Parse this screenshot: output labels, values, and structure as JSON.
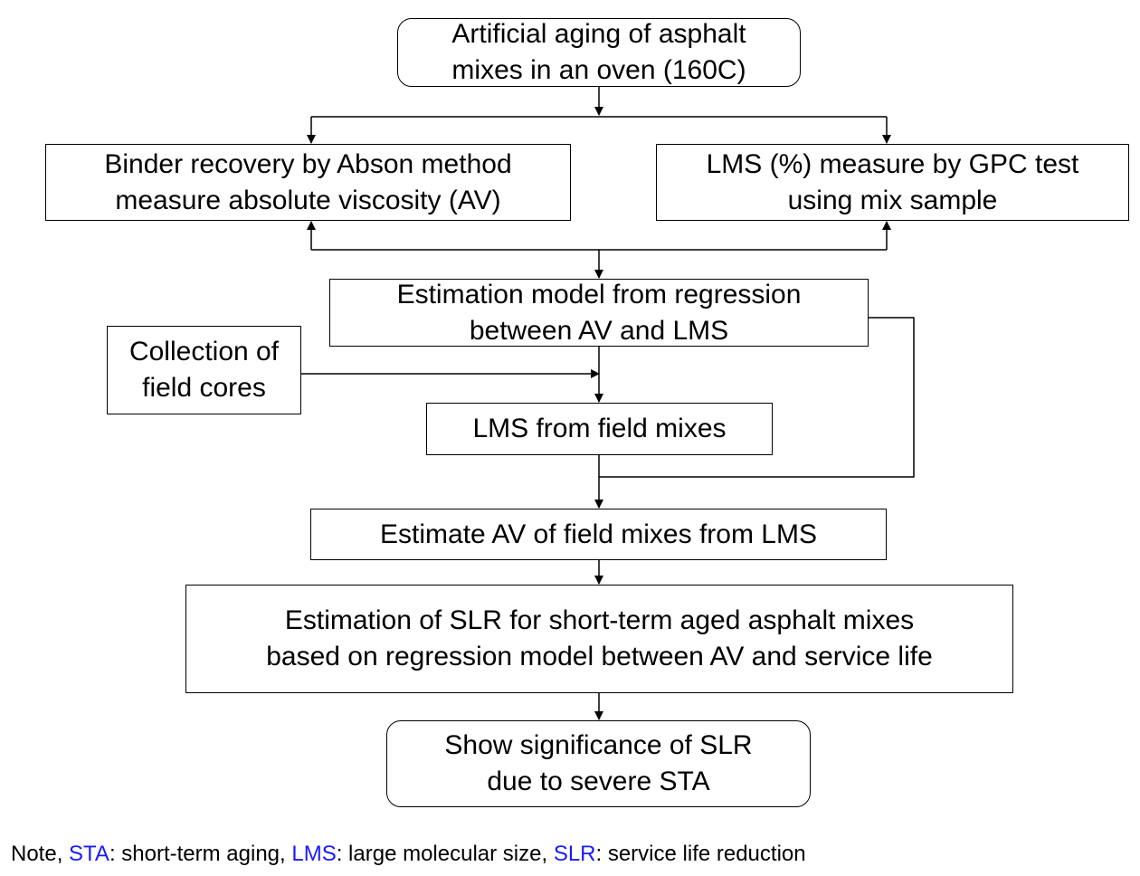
{
  "nodes": {
    "artificial_aging": {
      "lines": [
        "Artificial aging of asphalt",
        "mixes in an oven (160C)"
      ]
    },
    "binder_recovery": {
      "lines": [
        "Binder recovery by Abson method",
        "measure absolute viscosity (AV)"
      ]
    },
    "lms_measure": {
      "lines": [
        "LMS (%) measure by GPC test",
        "using mix sample"
      ]
    },
    "estimation_model": {
      "lines": [
        "Estimation model from regression",
        "between AV and LMS"
      ]
    },
    "field_cores": {
      "lines": [
        "Collection of",
        "field cores"
      ]
    },
    "lms_field": {
      "lines": [
        "LMS from field mixes"
      ]
    },
    "estimate_av": {
      "lines": [
        "Estimate AV of field mixes from LMS"
      ]
    },
    "estimation_slr": {
      "lines": [
        "Estimation of SLR for short-term aged asphalt mixes",
        "based on regression model between AV and service life"
      ]
    },
    "significance": {
      "lines": [
        "Show significance of SLR",
        "due to severe STA"
      ]
    }
  },
  "note": {
    "prefix": "Note, ",
    "terms": [
      {
        "abbr": "STA",
        "definition": ": short-term aging, "
      },
      {
        "abbr": "LMS",
        "definition": ": large molecular size, "
      },
      {
        "abbr": "SLR",
        "definition": ": service life reduction"
      }
    ],
    "term_color": "#1a1aff"
  }
}
